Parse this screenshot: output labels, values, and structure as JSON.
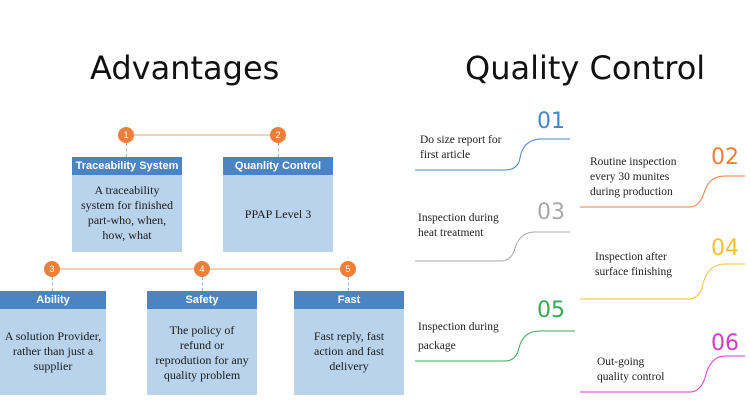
{
  "advantages": {
    "title": "Advantages",
    "cards": [
      {
        "num": "1",
        "title": "Traceability System",
        "body": "A traceability system for finished part-who, when, how, what"
      },
      {
        "num": "2",
        "title": "Quanlity Control",
        "body": "PPAP Level 3"
      },
      {
        "num": "3",
        "title": "Ability",
        "body": "A solution Provider, rather than just a supplier"
      },
      {
        "num": "4",
        "title": "Safety",
        "body": "The policy of refund or reprodution for any quality problem"
      },
      {
        "num": "5",
        "title": "Fast",
        "body": "Fast reply, fast action and fast delivery"
      }
    ]
  },
  "quality": {
    "title": "Quality Control",
    "steps": [
      {
        "num": "01",
        "text": "Do size report for first article",
        "color": "#4a84c4"
      },
      {
        "num": "02",
        "text": "Routine inspection every 30 munites during production",
        "color": "#ee7f3b"
      },
      {
        "num": "03",
        "text": "Inspection during heat treatment",
        "color": "#a9a9a9"
      },
      {
        "num": "04",
        "text": "Inspection after surface finishing",
        "color": "#f2c230"
      },
      {
        "num": "05",
        "text": "Inspection during package",
        "color": "#3aa857"
      },
      {
        "num": "06",
        "text": "Out-going quality control",
        "color": "#d63bc8"
      }
    ]
  }
}
